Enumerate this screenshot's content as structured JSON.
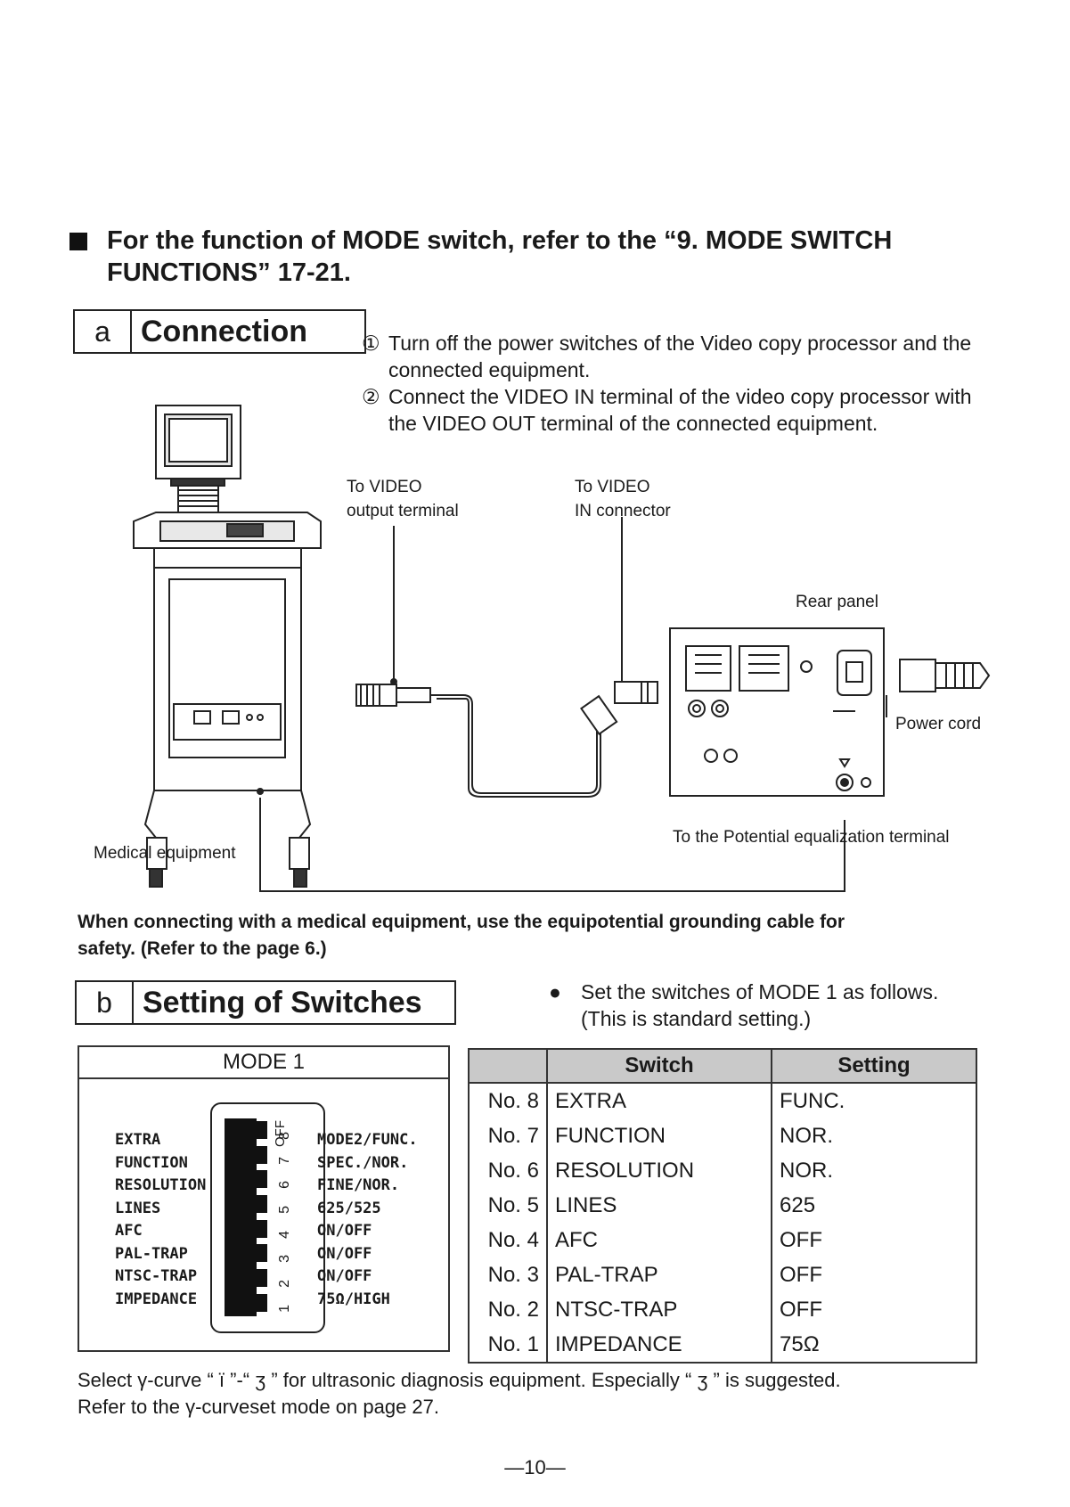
{
  "heading": {
    "text": "For the function of MODE switch, refer to the “9. MODE SWITCH FUNCTIONS” 17-21."
  },
  "section_a": {
    "letter": "a",
    "title": "Connection",
    "steps": [
      {
        "num": "①",
        "text": "Turn off the power switches of the Video copy processor and the connected equipment."
      },
      {
        "num": "②",
        "text": "Connect the VIDEO IN terminal of the video copy processor with the VIDEO OUT terminal of the connected equipment."
      }
    ],
    "diagram": {
      "label_video_out_1": "To VIDEO",
      "label_video_out_2": "output terminal",
      "label_video_in_1": "To VIDEO",
      "label_video_in_2": "IN connector",
      "label_rear_panel": "Rear panel",
      "label_power_cord": "Power cord",
      "label_medical": "Medical equipment",
      "label_potential": "To the Potential equalization terminal"
    },
    "warning": "When connecting with a medical equipment, use the equipotential grounding cable for safety. (Refer to the page 6.)"
  },
  "section_b": {
    "letter": "b",
    "title": "Setting of Switches",
    "note_1": "Set the switches of MODE 1 as follows.",
    "note_2": "(This is standard setting.)",
    "mode_box_title": "MODE 1",
    "dip_off_label": "OFF",
    "left_labels": [
      "EXTRA",
      "FUNCTION",
      "RESOLUTION",
      "LINES",
      "AFC",
      "PAL-TRAP",
      "NTSC-TRAP",
      "IMPEDANCE"
    ],
    "right_labels": [
      "MODE2/FUNC.",
      "SPEC./NOR.",
      "FINE/NOR.",
      "625/525",
      "ON/OFF",
      "ON/OFF",
      "ON/OFF",
      "75Ω/HIGH"
    ],
    "dip_numbers": [
      "8",
      "7",
      "6",
      "5",
      "4",
      "3",
      "2",
      "1"
    ],
    "table": {
      "headers": [
        "Switch",
        "Setting"
      ],
      "rows": [
        {
          "no": "No. 8",
          "switch": "EXTRA",
          "setting": "FUNC."
        },
        {
          "no": "No. 7",
          "switch": "FUNCTION",
          "setting": "NOR."
        },
        {
          "no": "No. 6",
          "switch": "RESOLUTION",
          "setting": "NOR."
        },
        {
          "no": "No. 5",
          "switch": "LINES",
          "setting": "625"
        },
        {
          "no": "No. 4",
          "switch": "AFC",
          "setting": "OFF"
        },
        {
          "no": "No. 3",
          "switch": "PAL-TRAP",
          "setting": "OFF"
        },
        {
          "no": "No. 2",
          "switch": "NTSC-TRAP",
          "setting": "OFF"
        },
        {
          "no": "No. 1",
          "switch": "IMPEDANCE",
          "setting": "75Ω"
        }
      ]
    }
  },
  "footer": {
    "line_1": "Select γ-curve “ ї ”-“ ʒ ” for ultrasonic diagnosis equipment. Especially “ ʒ ” is suggested.",
    "line_2": "Refer to the γ-curveset mode on page 27."
  },
  "page_number": "—10—"
}
